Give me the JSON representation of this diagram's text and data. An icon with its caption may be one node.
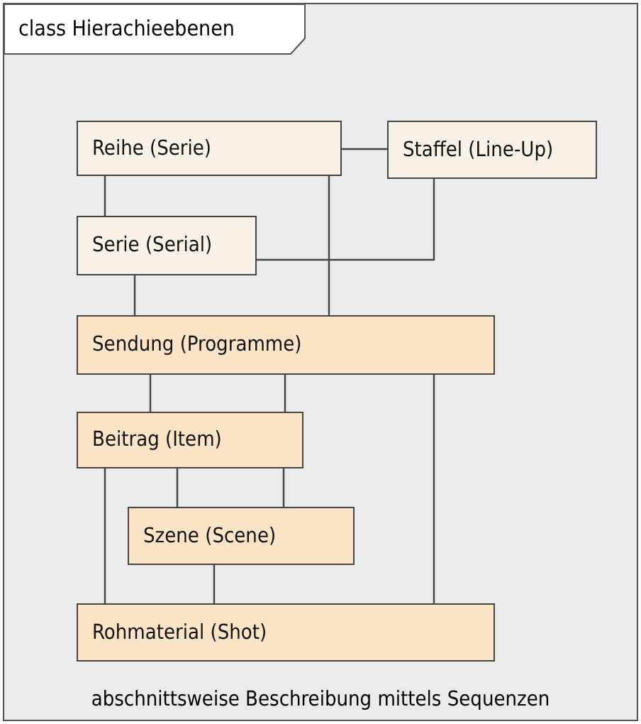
{
  "diagram": {
    "title": "class Hierachieebenen",
    "nodes": [
      {
        "text": [
          "Reihe (Serie)"
        ]
      },
      {
        "text": [
          "Staffel (Line-Up)"
        ]
      },
      {
        "text": [
          "Serie (Serial)"
        ]
      },
      {
        "text": [
          "Sendung (Programme)"
        ]
      },
      {
        "text": [
          "Beitrag (Item)"
        ]
      },
      {
        "text": [
          "Szene (Scene)"
        ]
      },
      {
        "text": [
          "Rohmaterial (Shot)"
        ]
      }
    ],
    "edges": [
      {
        "from": 0,
        "to": 1,
        "arrow": "none"
      },
      {
        "from": 0,
        "to": 2,
        "arrow": "none"
      },
      {
        "from": 2,
        "to": 1,
        "arrow": "none"
      },
      {
        "from": 2,
        "to": 3,
        "arrow": "none"
      },
      {
        "from": 0,
        "to": 3,
        "arrow": "none"
      },
      {
        "from": 3,
        "to": 4,
        "arrow": "none"
      },
      {
        "from": 3,
        "to": 4,
        "arrow": "none"
      },
      {
        "from": 4,
        "to": 5,
        "arrow": "none"
      },
      {
        "from": 4,
        "to": 5,
        "arrow": "none"
      },
      {
        "from": 4,
        "to": 6,
        "arrow": "none"
      },
      {
        "from": 5,
        "to": 6,
        "arrow": "none"
      },
      {
        "from": 3,
        "to": 6,
        "arrow": "none"
      }
    ],
    "caption": "abschnittsweise Beschreibung mittels Sequenzen"
  }
}
